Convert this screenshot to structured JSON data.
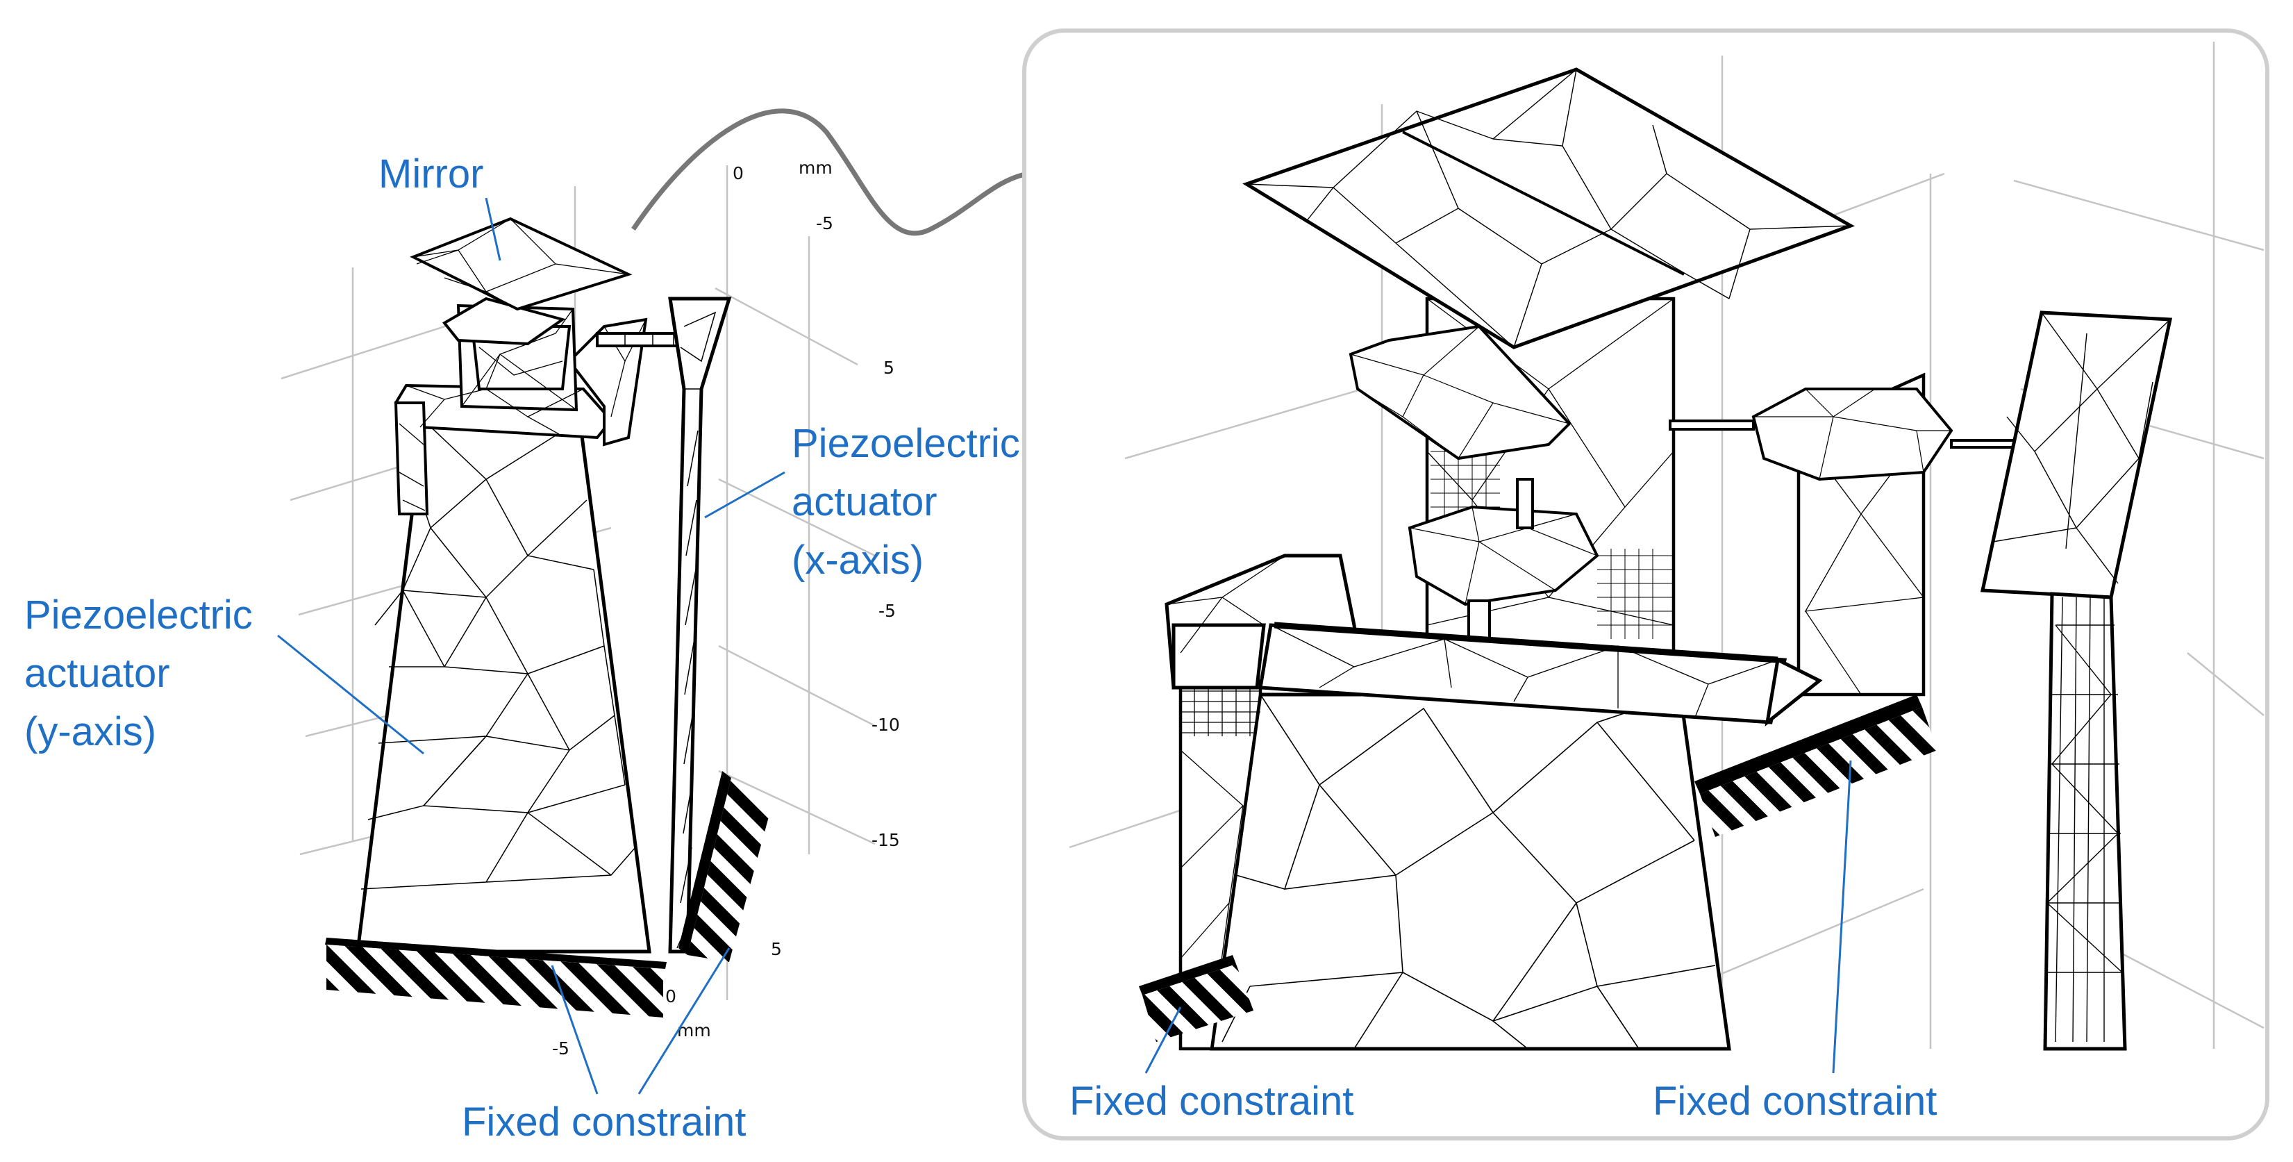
{
  "colors": {
    "annotation": "#1f6fc4",
    "mesh": "#000000",
    "grid": "#bdbdbd",
    "frame": "#cfcfcf",
    "connector": "#777777"
  },
  "left_view": {
    "labels": {
      "mirror": "Mirror",
      "actuator_x": [
        "Piezoelectric",
        "actuator",
        "(x-axis)"
      ],
      "actuator_y": [
        "Piezoelectric",
        "actuator",
        "(y-axis)"
      ],
      "fixed": "Fixed constraint"
    },
    "axis_unit_top": "mm",
    "axis_unit_bottom": "mm",
    "ticks_top": [
      "0",
      "-5",
      "5"
    ],
    "ticks_right": [
      "-5",
      "-10",
      "-15",
      "5"
    ],
    "ticks_bottom": [
      "0",
      "-5"
    ]
  },
  "zoom_view": {
    "labels": {
      "fixed_left": "Fixed constraint",
      "fixed_right": "Fixed constraint"
    }
  }
}
